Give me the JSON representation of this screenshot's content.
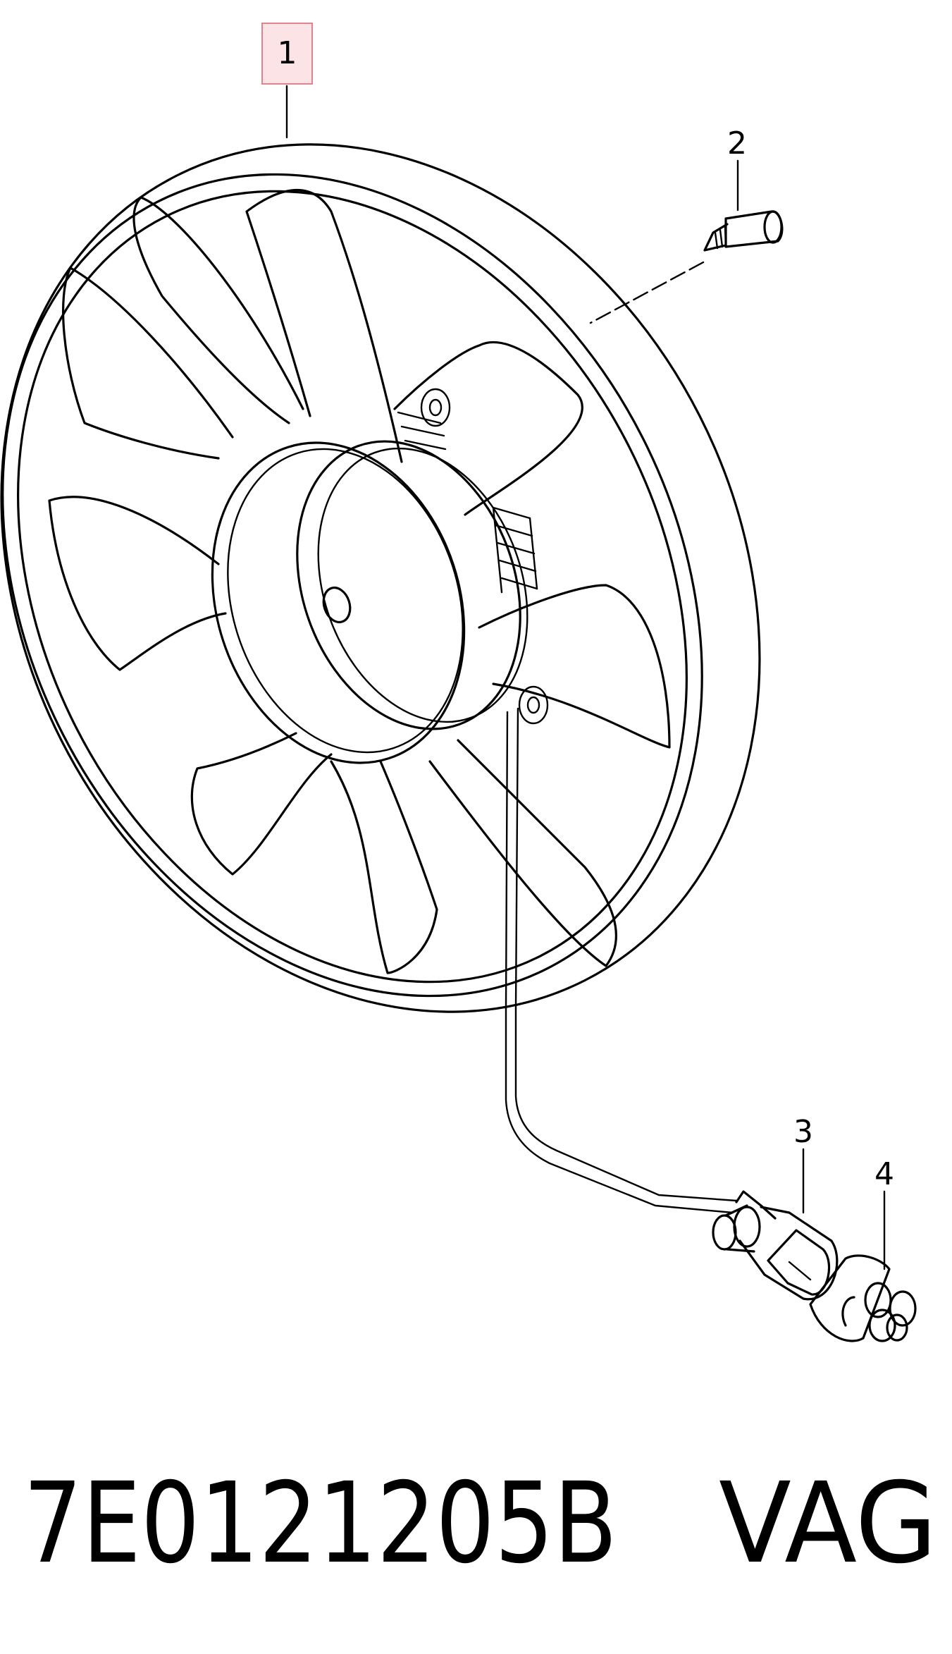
{
  "callouts": {
    "part1": "1",
    "part2": "2",
    "part3": "3",
    "part4": "4"
  },
  "footer": {
    "part_number": "7E0121205B",
    "brand": "VAG"
  },
  "colors": {
    "highlight_fill": "#fbe3e6",
    "highlight_stroke": "#e0838f",
    "line": "#000000",
    "background": "#ffffff"
  }
}
